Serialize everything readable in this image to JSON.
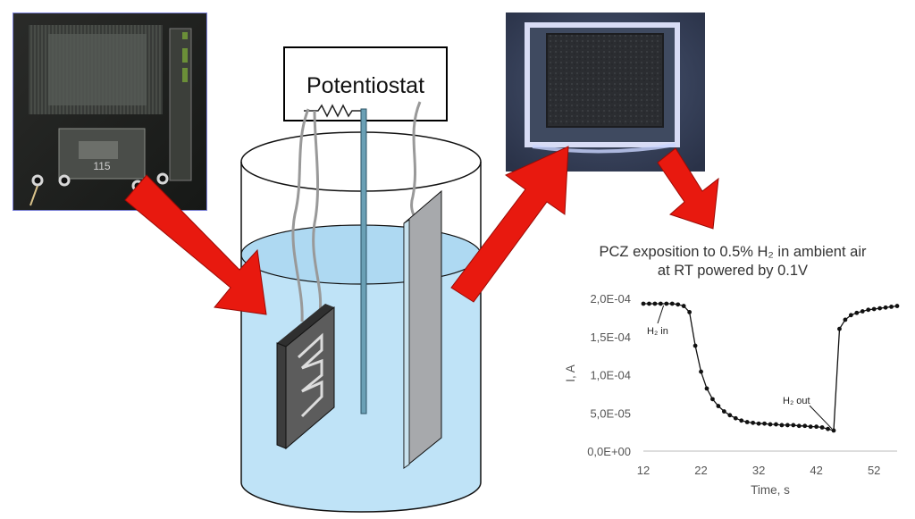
{
  "potentiostat_label": "Potentiostat",
  "chip_label": "115",
  "chart_data": {
    "type": "line",
    "title_line1": "PCZ exposition to 0.5% H₂ in ambient air",
    "title_line2": "at RT powered by 0.1V",
    "xlabel": "Time, s",
    "ylabel": "I, A",
    "xlim": [
      12,
      56
    ],
    "ylim": [
      0,
      0.0002
    ],
    "x_ticks": [
      12,
      22,
      32,
      42,
      52
    ],
    "x_tick_labels": [
      "12",
      "22",
      "32",
      "42",
      "52"
    ],
    "y_ticks": [
      0,
      5e-05,
      0.0001,
      0.00015,
      0.0002
    ],
    "y_tick_labels": [
      "0,0E+00",
      "5,0E-05",
      "1,0E-04",
      "1,5E-04",
      "2,0E-04"
    ],
    "series": [
      {
        "x": [
          12,
          13,
          14,
          15,
          16,
          17,
          18,
          19,
          20,
          21,
          22,
          23,
          24,
          25,
          26,
          27,
          28,
          29,
          30,
          31,
          32,
          33,
          34,
          35,
          36,
          37,
          38,
          39,
          40,
          41,
          42,
          43,
          44,
          45,
          46,
          47,
          48,
          49,
          50,
          51,
          52,
          53,
          54,
          55,
          56
        ],
        "y": [
          0.000193,
          0.000193,
          0.000193,
          0.000193,
          0.000193,
          0.000193,
          0.000192,
          0.00019,
          0.000182,
          0.000138,
          0.000104,
          8.2e-05,
          6.8e-05,
          5.9e-05,
          5.2e-05,
          4.7e-05,
          4.3e-05,
          4e-05,
          3.8e-05,
          3.7e-05,
          3.6e-05,
          3.6e-05,
          3.5e-05,
          3.5e-05,
          3.4e-05,
          3.4e-05,
          3.4e-05,
          3.3e-05,
          3.3e-05,
          3.2e-05,
          3.2e-05,
          3.1e-05,
          2.9e-05,
          2.7e-05,
          0.00016,
          0.000172,
          0.000178,
          0.000181,
          0.000183,
          0.000185,
          0.000186,
          0.000187,
          0.000188,
          0.000189,
          0.00019
        ]
      }
    ],
    "annotations": [
      {
        "text": "H₂ in",
        "x": 15.5,
        "y": 0.000193
      },
      {
        "text": "H₂ out",
        "x": 45,
        "y": 2.7e-05
      }
    ],
    "grid": false,
    "legend": "none"
  },
  "colors": {
    "arrow": "#e8190f",
    "liquid": "#bfe3f7",
    "beaker_line": "#111111",
    "electrode_plate": "#a7a9ac",
    "electrode_rod": "#6aa0b5",
    "chip": "#555555"
  }
}
